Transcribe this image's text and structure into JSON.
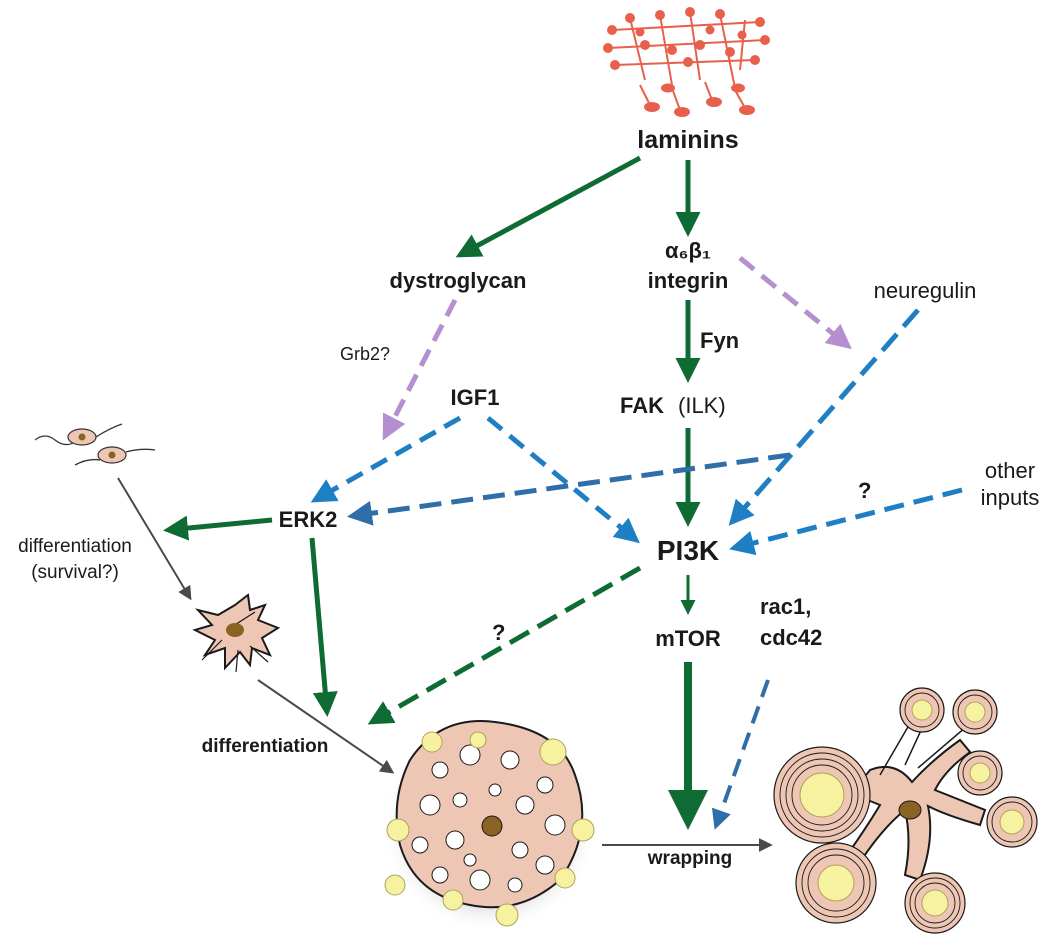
{
  "labels": {
    "laminins": "laminins",
    "dystroglycan": "dystroglycan",
    "integrin_alpha": "α₆β₁",
    "integrin": "integrin",
    "neuregulin": "neuregulin",
    "grb2": "Grb2?",
    "fyn": "Fyn",
    "igf1": "IGF1",
    "fak": "FAK",
    "ilk": "(ILK)",
    "erk2": "ERK2",
    "pi3k": "PI3K",
    "other_inputs_1": "other",
    "other_inputs_2": "inputs",
    "q_other": "?",
    "q_pi3k": "?",
    "diff_survival_1": "differentiation",
    "diff_survival_2": "(survival?)",
    "mtor": "mTOR",
    "rac1": "rac1,",
    "cdc42": "cdc42",
    "differentiation": "differentiation",
    "wrapping": "wrapping"
  },
  "colors": {
    "green": "#0e6b33",
    "blue": "#1f7fc4",
    "steelblue": "#2f6ea8",
    "purple": "#b58fcf",
    "gray": "#4a4a4a",
    "laminin": "#e8604c",
    "cell_fill": "#eec6b4",
    "nucleus": "#8a6224",
    "axon": "#f7f2a0"
  }
}
